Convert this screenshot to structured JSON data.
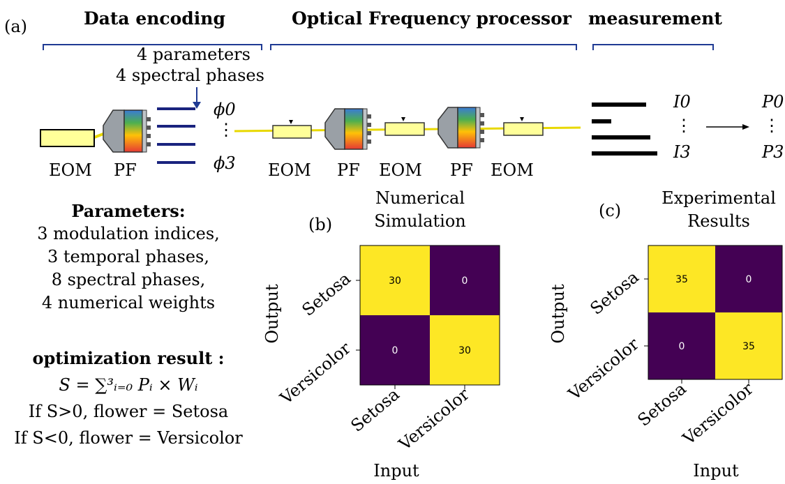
{
  "panel_a": {
    "label": "(a)",
    "sections": {
      "encoding": "Data encoding",
      "processor": "Optical Frequency processor",
      "measurement": "measurement"
    },
    "annotation_line1": "4 parameters",
    "annotation_line2": "4 spectral phases",
    "phi_top": "ϕ0",
    "phi_bottom": "ϕ3",
    "vdots": "⋮",
    "components": {
      "eom": "EOM",
      "pf": "PF"
    },
    "intensity_top": "I0",
    "intensity_bottom": "I3",
    "power_top": "P0",
    "power_bottom": "P3"
  },
  "parameters": {
    "title": "Parameters:",
    "lines": [
      "3 modulation indices,",
      "3 temporal phases,",
      "8 spectral phases,",
      "4 numerical weights"
    ],
    "opt_title": "optimization result :",
    "formula": "S = ∑³ᵢ₌₀ Pᵢ × Wᵢ",
    "rule1": "If S>0, flower = Setosa",
    "rule2": "If S<0, flower = Versicolor"
  },
  "chart_data": [
    {
      "type": "heatmap",
      "panel_label": "(b)",
      "title": "Numerical Simulation",
      "xlabel": "Input",
      "ylabel": "Output",
      "x_categories": [
        "Setosa",
        "Versicolor"
      ],
      "y_categories": [
        "Setosa",
        "Versicolor"
      ],
      "values": [
        [
          30,
          0
        ],
        [
          0,
          30
        ]
      ]
    },
    {
      "type": "heatmap",
      "panel_label": "(c)",
      "title": "Experimental Results",
      "xlabel": "Input",
      "ylabel": "Output",
      "x_categories": [
        "Setosa",
        "Versicolor"
      ],
      "y_categories": [
        "Setosa",
        "Versicolor"
      ],
      "values": [
        [
          35,
          0
        ],
        [
          0,
          35
        ]
      ]
    }
  ],
  "colors": {
    "bracket": "#1f3a93",
    "bars": "#1a237e",
    "fiber": "#e8d800",
    "eom_fill": "#ffff99",
    "heat_high": "#fde725",
    "heat_low": "#440154"
  }
}
